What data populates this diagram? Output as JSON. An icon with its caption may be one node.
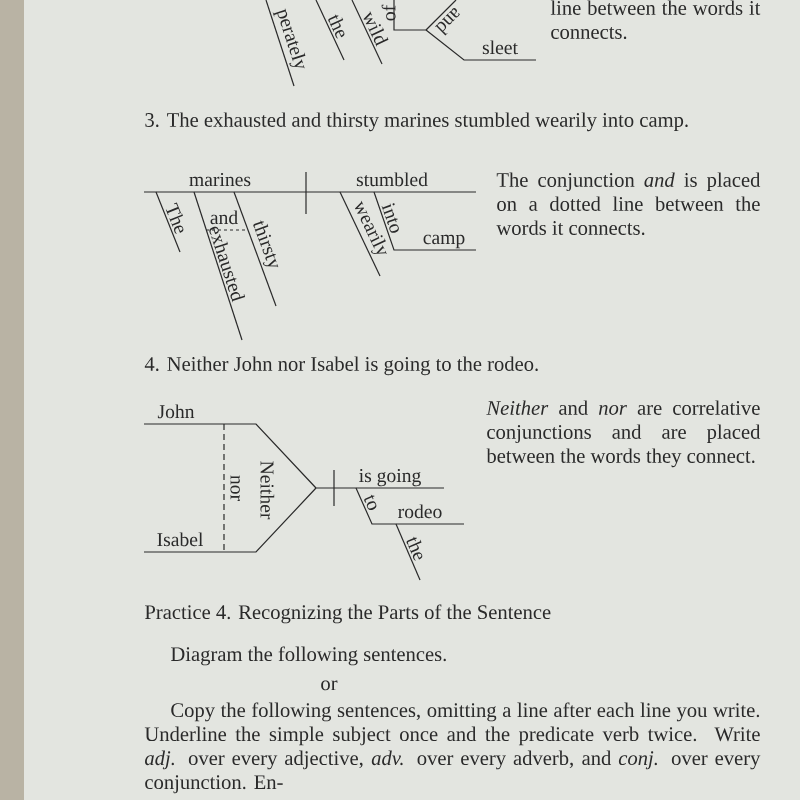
{
  "diagram": {
    "labels": [
      "perately",
      "the",
      "wild",
      "of",
      "and",
      "sleet",
      "line between the words it connects.",
      "3. The exhausted and thirsty marines stumbled wearily into camp.",
      "marines",
      "stumbled",
      "The",
      "and",
      "exhausted",
      "thirsty",
      "wearily",
      "into",
      "camp",
      "The conjunction *and* is placed on a dotted line between the words it connects.",
      "4. Neither John nor Isabel is going to the rodeo.",
      "John",
      "nor",
      "Neither",
      "Isabel",
      "is going",
      "to",
      "rodeo",
      "the",
      "*Neither* and *nor* are correlative conjunctions and are placed between the words they connect.",
      "Practice 4. Recognizing the Parts of the Sentence",
      "Diagram the following sentences.",
      "or",
      "Copy the following sentences, omitting a line after each line you write. Underline the simple subject once and the predicate verb twice. Write *adj.* over every adjective, *adv.* over every adverb, and *conj.* over every conjunction. En-"
    ]
  }
}
